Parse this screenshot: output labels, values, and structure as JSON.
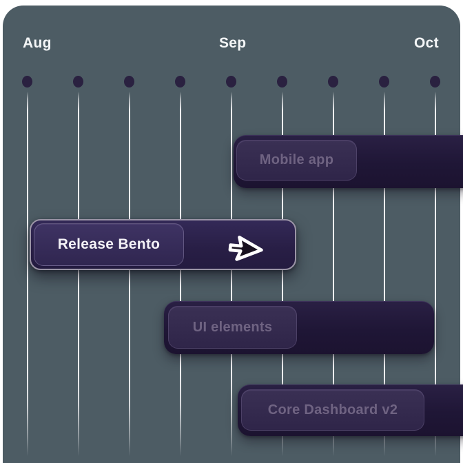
{
  "timeline": {
    "months": [
      "Aug",
      "Sep",
      "Oct"
    ],
    "dot_count": 9,
    "gridline_count": 9
  },
  "tasks": [
    {
      "label": "Mobile app",
      "emphasized": false,
      "bleeds_right_edge": true
    },
    {
      "label": "Release Bento",
      "emphasized": true,
      "bleeds_right_edge": false
    },
    {
      "label": "UI elements",
      "emphasized": false,
      "bleeds_right_edge": false
    },
    {
      "label": "Core Dashboard v2",
      "emphasized": false,
      "bleeds_right_edge": true
    }
  ],
  "cursor": {
    "icon": "pointer-arrow-icon",
    "over_task": "Release Bento"
  },
  "colors": {
    "page_bg": "#ffffff",
    "canvas_bg": "#4d5c64",
    "month_text": "#f4f6f7",
    "dot": "#2a2140",
    "gridline": "#f5f5f7",
    "bar_dark": "#1f1636",
    "bar_highlight_fill": "#2d2350",
    "bar_highlight_border": "#9b94a6",
    "pill_muted_fill": "#342a4e",
    "pill_muted_text": "#6f6382",
    "pill_active_text": "#f4f2f7"
  }
}
